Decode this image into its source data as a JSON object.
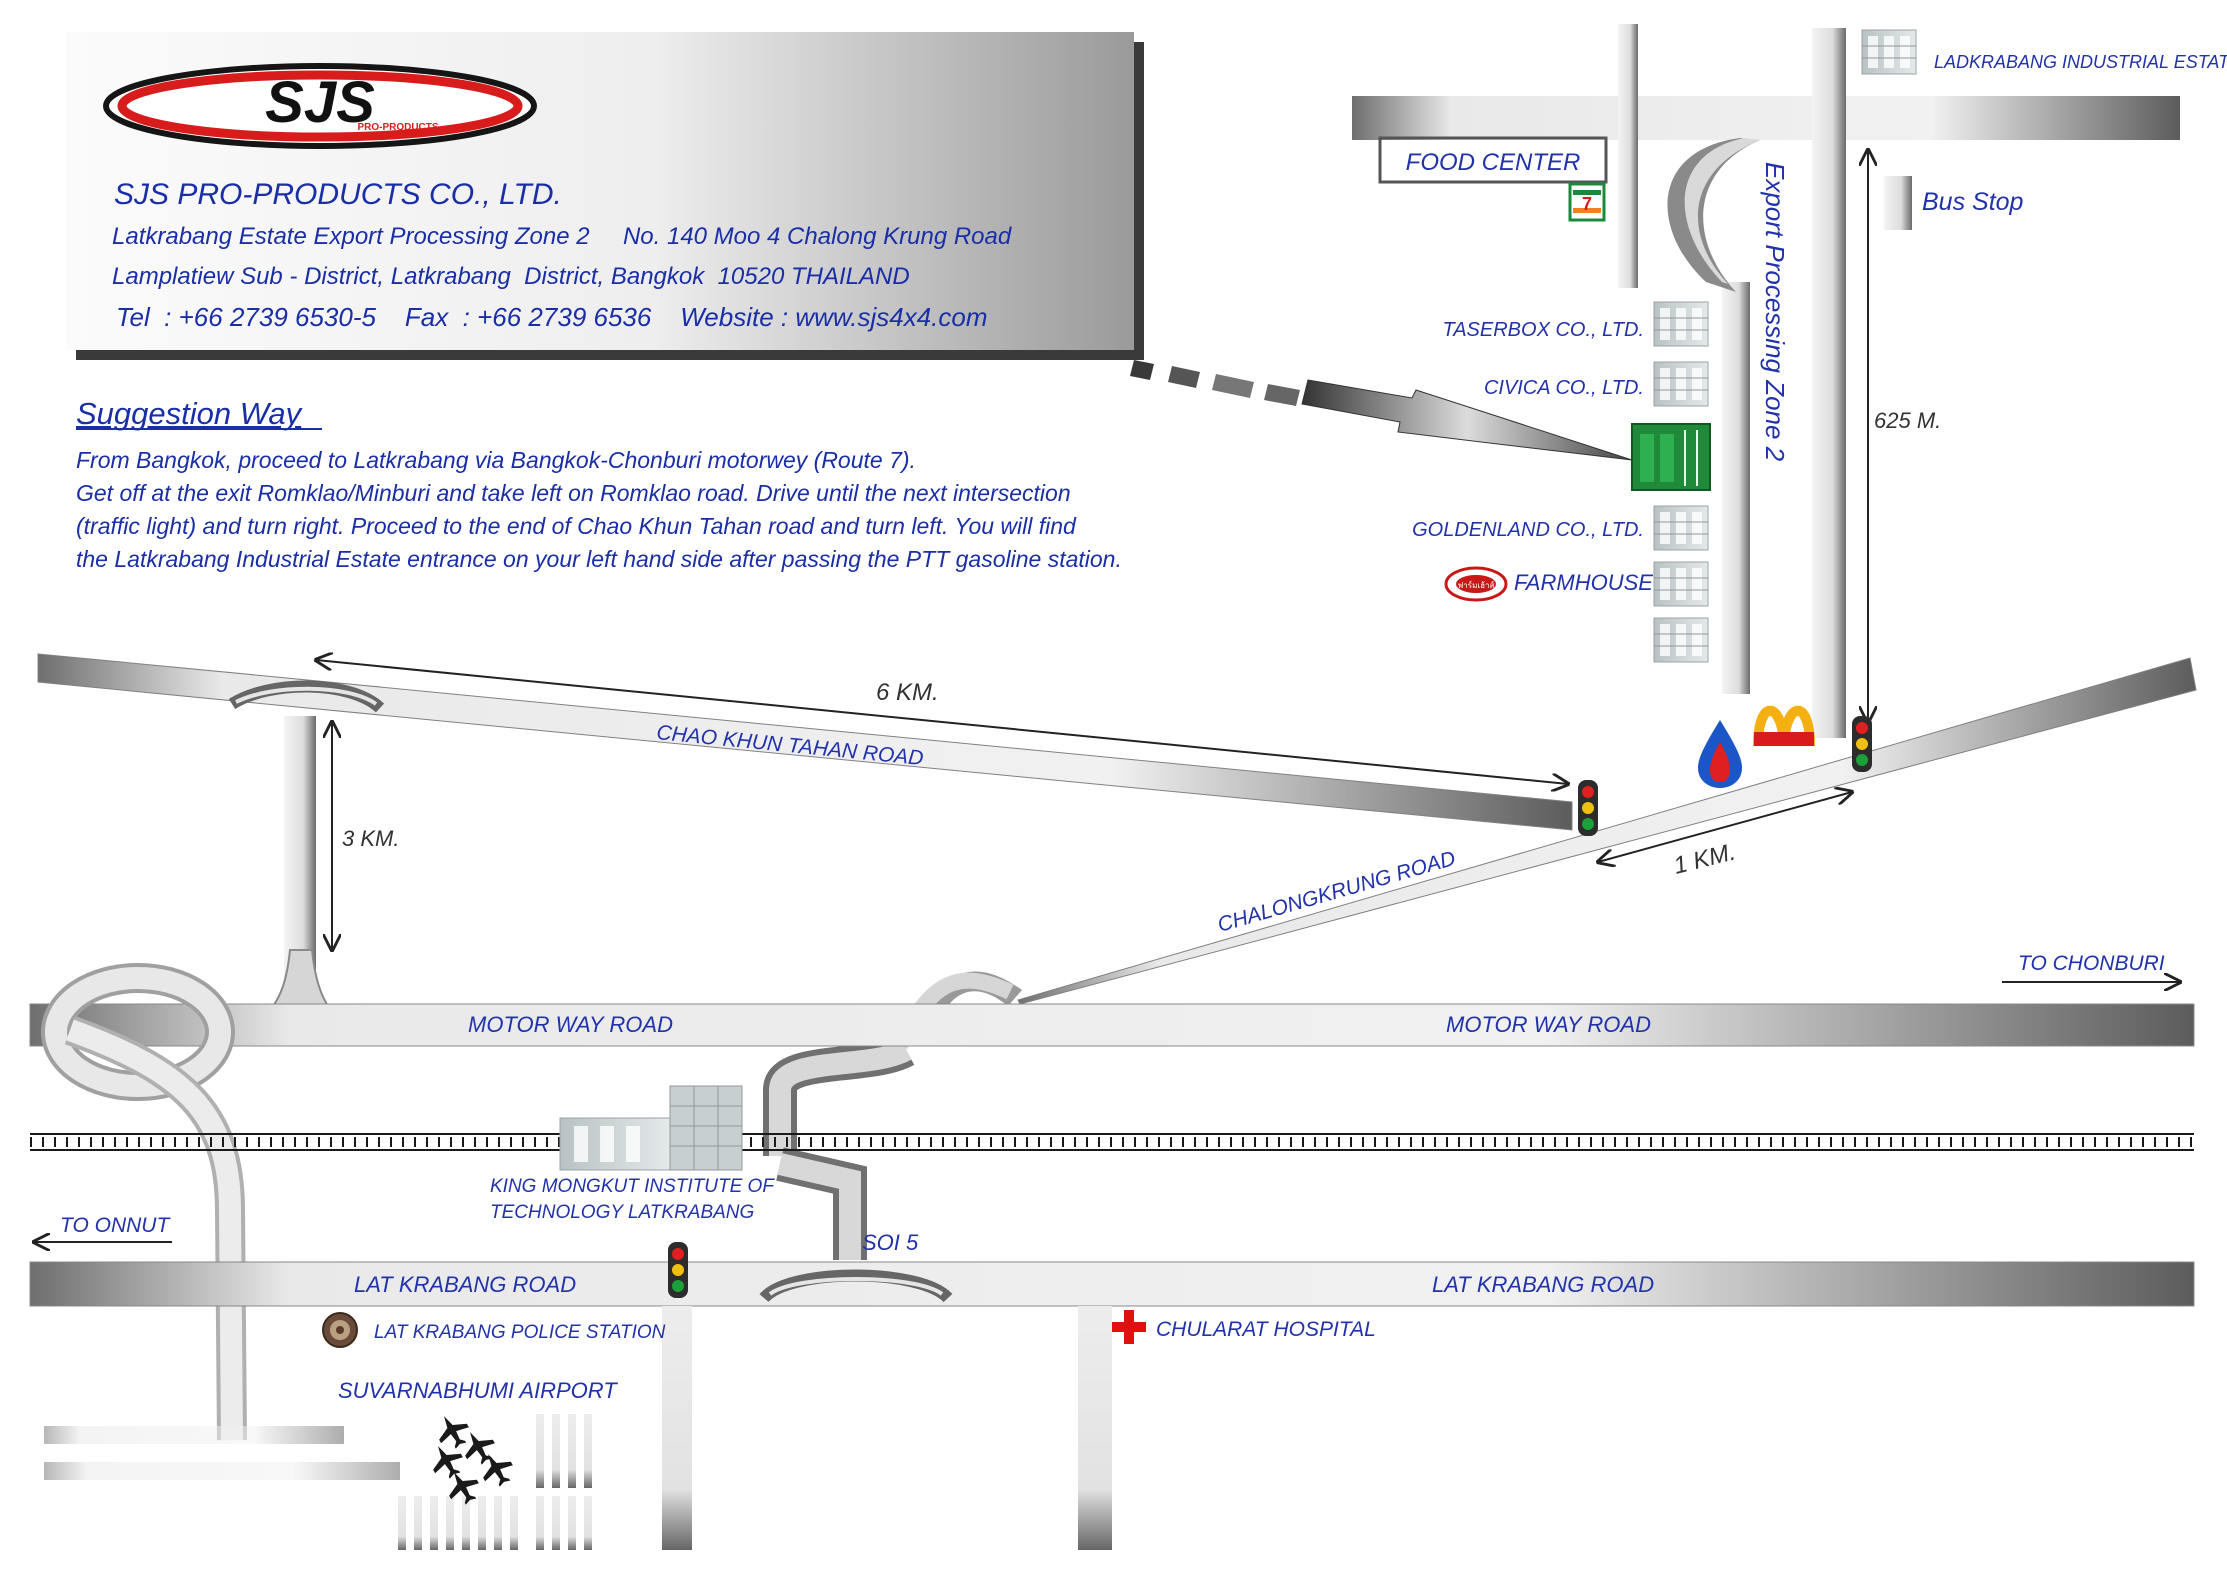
{
  "company": {
    "logo_text": "SJS",
    "logo_subtext": "PRO-PRODUCTS",
    "name": "SJS PRO-PRODUCTS CO., LTD.",
    "address_line1": "Latkrabang Estate Export Processing Zone 2     No. 140 Moo 4 Chalong Krung Road",
    "address_line2": "Lamplatiew Sub - District, Latkrabang  District, Bangkok  10520 THAILAND",
    "contact_line": "Tel  : +66 2739 6530-5    Fax  : +66 2739 6536    Website : www.sjs4x4.com"
  },
  "suggestion": {
    "heading": "Suggestion Way",
    "lines": [
      "From Bangkok, proceed to Latkrabang via Bangkok-Chonburi motorwey (Route 7).",
      "Get off at the exit Romklao/Minburi and take left on Romklao road. Drive until the next intersection",
      "(traffic light) and turn right. Proceed to the end of Chao Khun Tahan road and turn left. You will find",
      "the Latkrabang Industrial Estate entrance on your left hand side after passing the PTT gasoline station."
    ]
  },
  "roads": {
    "chao_khun_tahan": "CHAO KHUN TAHAN ROAD",
    "chalongkrung": "CHALONGKRUNG ROAD",
    "motorway_left": "MOTOR WAY ROAD",
    "motorway_right": "MOTOR WAY ROAD",
    "lat_krabang_left": "LAT KRABANG ROAD",
    "lat_krabang_right": "LAT KRABANG ROAD",
    "soi5": "SOI 5",
    "export_zone": "Export Processing Zone 2"
  },
  "distances": {
    "six_km": "6 KM.",
    "three_km": "3 KM.",
    "one_km": "1 KM.",
    "six25m": "625 M."
  },
  "places": {
    "food_center": "FOOD CENTER",
    "ladkrabang_estate": "LADKRABANG INDUSTRIAL ESTATE",
    "bus_stop": "Bus Stop",
    "taserbox": "TASERBOX CO., LTD.",
    "civica": "CIVICA CO., LTD.",
    "goldenland": "GOLDENLAND CO., LTD.",
    "farmhouse": "FARMHOUSE",
    "to_chonburi": "TO CHONBURI",
    "to_onnut": "TO ONNUT",
    "kmitl_line1": "KING MONGKUT INSTITUTE OF",
    "kmitl_line2": "TECHNOLOGY LATKRABANG",
    "police": "LAT KRABANG POLICE STATION",
    "airport": "SUVARNABHUMI AIRPORT",
    "hospital": "CHULARAT HOSPITAL",
    "seven_eleven": "7",
    "farmhouse_badge": "ฟาร์มเฮ้าส์"
  },
  "colors": {
    "label_blue": "#2233aa",
    "road_light": "#f2f2f2",
    "road_dark": "#707070",
    "hospital_red": "#e01010",
    "sjs_red": "#d81c1c"
  },
  "icons": [
    "seven-eleven-icon",
    "ptt-drop-icon",
    "mcdonalds-icon",
    "traffic-light-icon",
    "building-icon",
    "airplane-icon",
    "police-badge-icon",
    "hospital-cross-icon",
    "farmhouse-badge-icon",
    "bus-stop-icon"
  ]
}
